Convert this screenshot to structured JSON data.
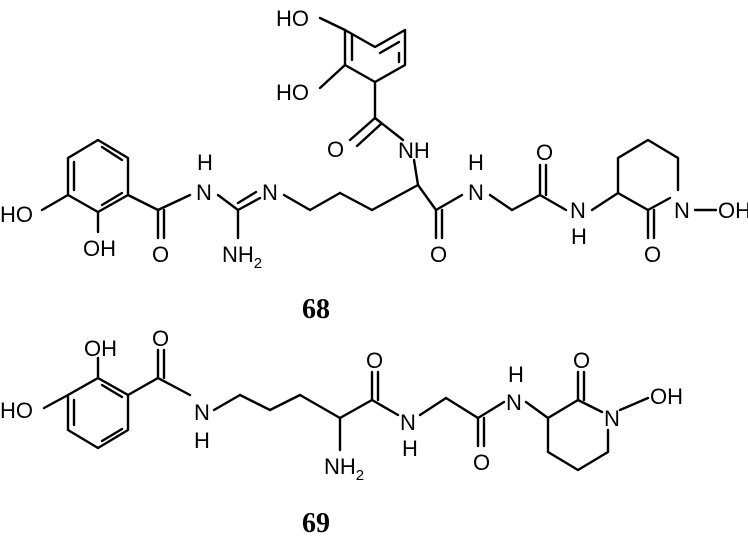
{
  "diagram": {
    "compounds": [
      {
        "number": "68",
        "labels": {
          "oh_top1": "HO",
          "oh_top2": "HO",
          "nh_top": "NH",
          "o_top_amide": "O",
          "ho_left": "HO",
          "oh_left": "OH",
          "o_left_amide": "O",
          "h_guan": "H",
          "n_guan": "N",
          "n_imine": "N",
          "nh2_guan": "NH",
          "nh2_sub": "2",
          "o_carbonyl": "O",
          "h_amide1": "H",
          "n_amide1": "N",
          "o_gly": "O",
          "n_amide2": "N",
          "h_amide2": "H",
          "o_ring": "O",
          "n_ring": "N",
          "oh_ring": "OH"
        }
      },
      {
        "number": "69",
        "labels": {
          "oh_top": "OH",
          "ho_left": "HO",
          "o_amide": "O",
          "n_amide": "N",
          "h_amide": "H",
          "o_carbonyl": "O",
          "nh2": "NH",
          "nh2_sub": "2",
          "n_amide1": "N",
          "h_amide1": "H",
          "o_gly": "O",
          "h_amide2": "H",
          "n_amide2": "N",
          "o_ring": "O",
          "n_ring": "N",
          "oh_ring": "OH"
        }
      }
    ]
  }
}
